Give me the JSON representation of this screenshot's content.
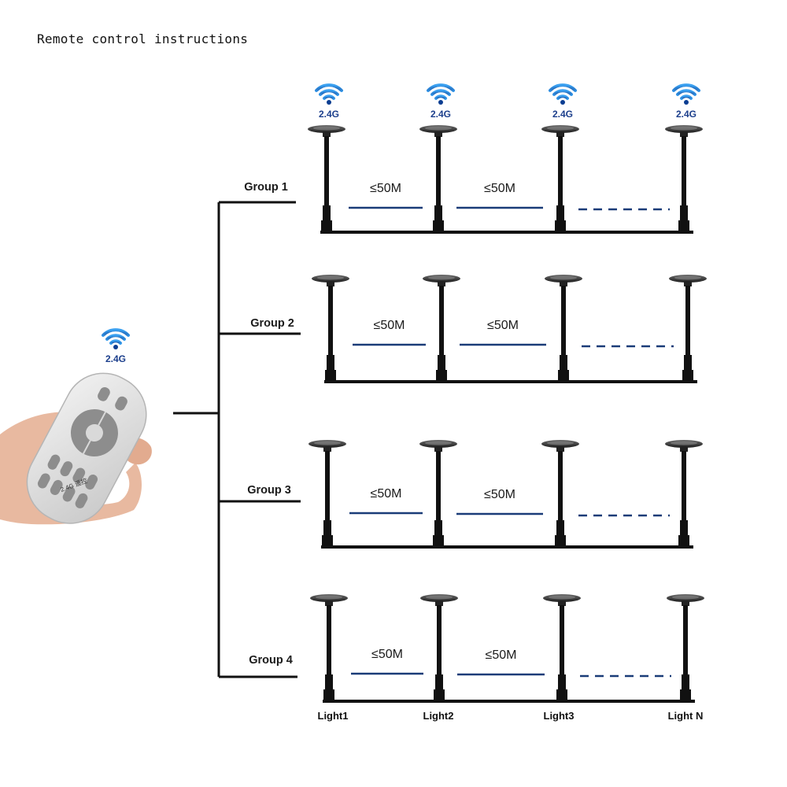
{
  "title": "Remote control instructions",
  "signal_label": "2.4G",
  "remote_label": "2.4G 遥控",
  "groups": [
    {
      "label": "Group 1",
      "dist1": "≤50M",
      "dist2": "≤50M"
    },
    {
      "label": "Group 2",
      "dist1": "≤50M",
      "dist2": "≤50M"
    },
    {
      "label": "Group 3",
      "dist1": "≤50M",
      "dist2": "≤50M"
    },
    {
      "label": "Group 4",
      "dist1": "≤50M",
      "dist2": "≤50M"
    }
  ],
  "lights": [
    "Light1",
    "Light2",
    "Light3",
    "Light N"
  ],
  "colors": {
    "signal": "#1f6fd1",
    "line": "#1a3c78",
    "post": "#111111"
  }
}
